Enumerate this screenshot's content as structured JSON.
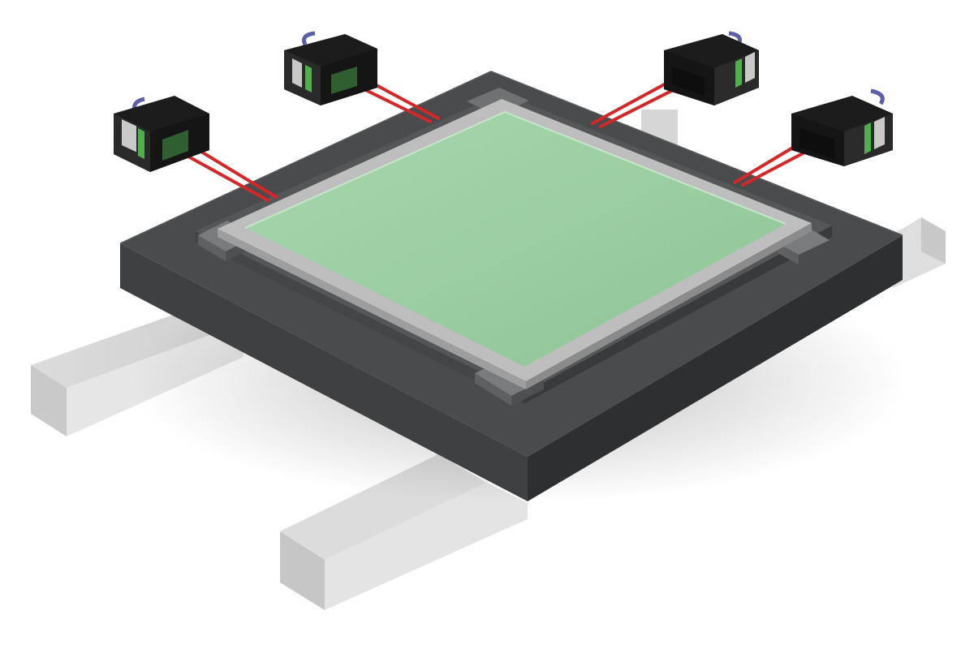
{
  "scene": {
    "objects": [
      "support-rail-front",
      "support-rail-back",
      "base-plate",
      "inner-frame",
      "glass-panel",
      "corner-clamp",
      "laser-sensor",
      "laser-beam"
    ],
    "sensor_count": 4,
    "colors": {
      "background": "#ffffff",
      "rail_top": "#e2e2e2",
      "rail_side": "#c4c4c4",
      "plate_top": "#474849",
      "plate_side_left": "#3b3c3d",
      "plate_side_right": "#2d2e2f",
      "frame": "#b8b9b8",
      "glass": "#9ccfa3",
      "sensor_body": "#1c1c1c",
      "sensor_label_green": "#4fb04a",
      "beam": "#d42a2a",
      "cable": "#5a5fa8"
    }
  }
}
